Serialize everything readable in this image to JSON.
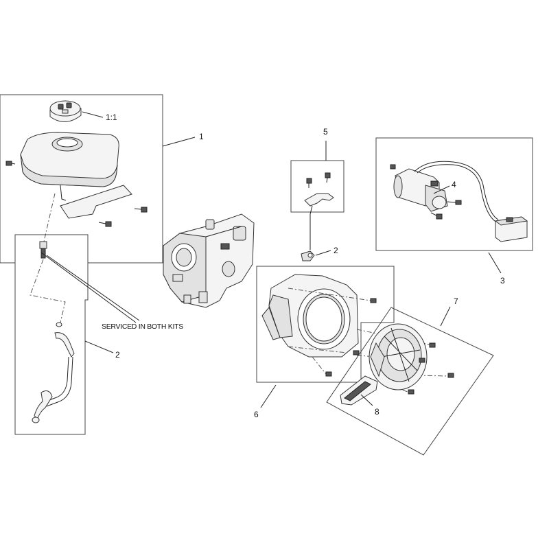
{
  "diagram": {
    "callouts": {
      "c1": "1",
      "c1_1": "1:1",
      "c2_hose": "2",
      "c2_bracket": "2",
      "c3": "3",
      "c4": "4",
      "c5": "5",
      "c6": "6",
      "c7": "7",
      "c8": "8"
    },
    "note": "SERVICED IN BOTH KITS"
  }
}
